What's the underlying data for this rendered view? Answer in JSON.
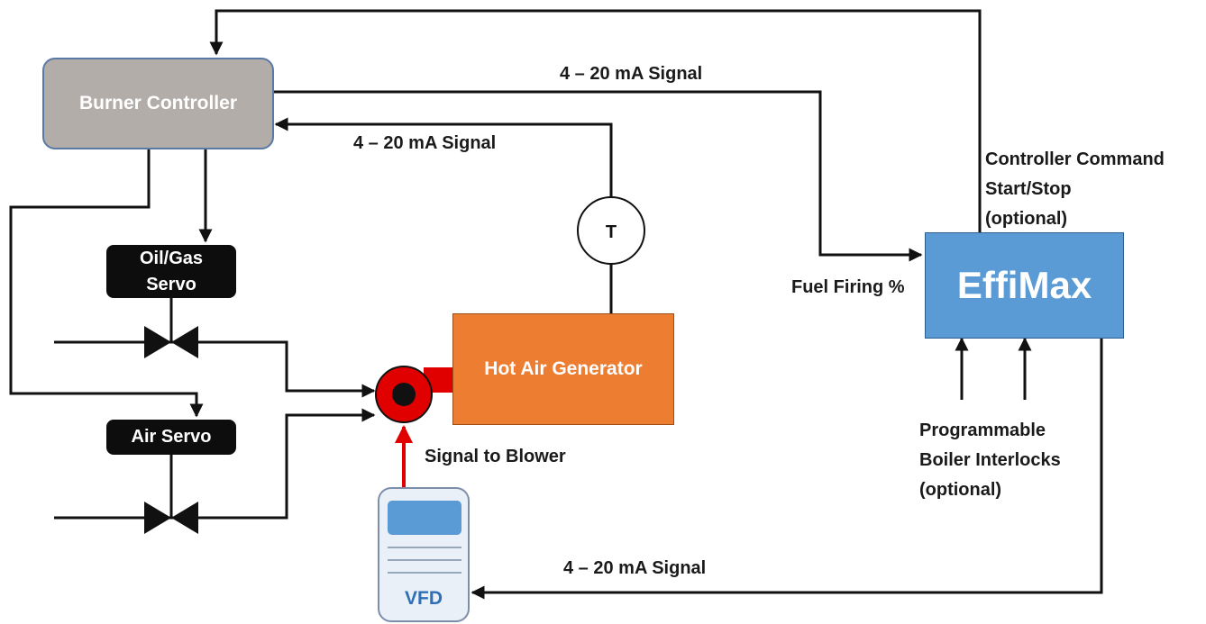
{
  "nodes": {
    "burner_controller": "Burner Controller",
    "oil_gas_servo": "Oil/Gas\nServo",
    "air_servo": "Air Servo",
    "hot_air_generator": "Hot Air Generator",
    "temperature_sensor": "T",
    "effimax": "EffiMax",
    "vfd": "VFD"
  },
  "labels": {
    "signal_top": "4 – 20 mA Signal",
    "signal_mid": "4 – 20 mA Signal",
    "signal_bottom": "4 – 20 mA Signal",
    "controller_command": "Controller Command\nStart/Stop\n(optional)",
    "fuel_firing": "Fuel Firing %",
    "interlocks": "Programmable\nBoiler Interlocks\n(optional)",
    "signal_to_blower": "Signal to Blower"
  },
  "colors": {
    "burner_controller": "#b3adaa",
    "servo": "#0d0d0d",
    "hot_air_generator": "#ed7d31",
    "effimax": "#5b9bd5",
    "vfd_screen": "#5b9bd5",
    "vfd_body": "#eaf0f8",
    "blower_ring": "#e00000",
    "blower_signal": "#e00000",
    "wire": "#111111"
  }
}
